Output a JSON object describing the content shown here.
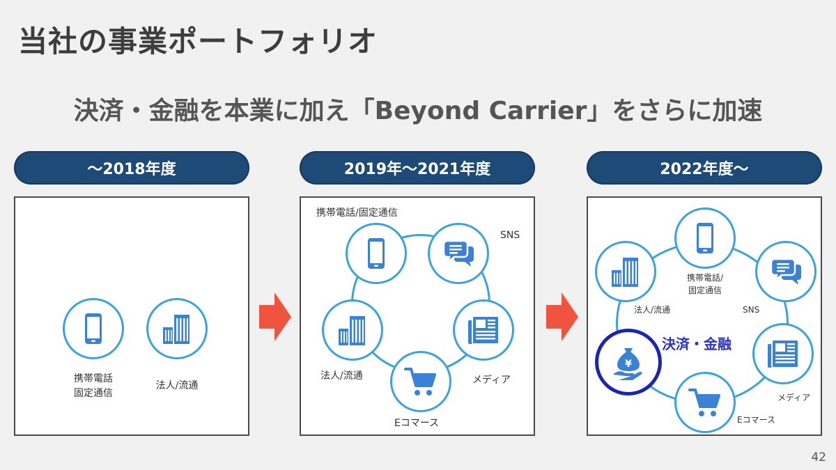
{
  "slide": {
    "title": "当社の事業ポートフォリオ",
    "subtitle": "決済・金融を本業に加え「Beyond Carrier」をさらに加速",
    "page_number": "42"
  },
  "periods": [
    {
      "label": "〜2018年度"
    },
    {
      "label": "2019年〜2021年度"
    },
    {
      "label": "2022年度〜"
    }
  ],
  "panel1": {
    "mobile_label_line1": "携帯電話",
    "mobile_label_line2": "固定通信",
    "corporate_label": "法人/流通"
  },
  "panel2": {
    "mobile_label": "携帯電話/固定通信",
    "sns_label": "SNS",
    "corporate_label": "法人/流通",
    "media_label": "メディア",
    "ecommerce_label": "Eコマース"
  },
  "panel3": {
    "mobile_label_line1": "携帯電話/",
    "mobile_label_line2": "固定通信",
    "sns_label": "SNS",
    "corporate_label": "法人/流通",
    "finance_label": "決済・金融",
    "media_label": "メディア",
    "ecommerce_label": "Eコマース"
  },
  "colors": {
    "pill_bg": "#1e4a78",
    "circle_border": "#3aa3dd",
    "icon": "#3b82d4",
    "finance_accent": "#1b24b8",
    "arrow": "#f0533e"
  },
  "icons": {
    "mobile": "smartphone-icon",
    "sns": "chat-bubbles-icon",
    "corporate": "buildings-icon",
    "media": "newspaper-icon",
    "ecommerce": "shopping-cart-icon",
    "finance": "yen-bag-hand-icon",
    "arrow": "right-arrow-icon"
  }
}
